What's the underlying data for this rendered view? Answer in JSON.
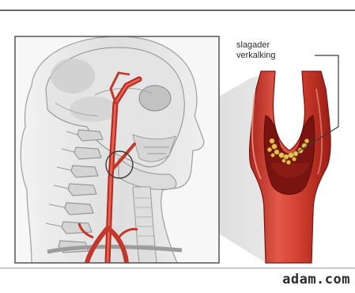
{
  "figure": {
    "callout_line1": "slagader",
    "callout_line2": "verkalking",
    "credit": "adam.com"
  },
  "colors": {
    "artery": "#d2402f",
    "artery_dark": "#9e1e17",
    "artery_highlight": "#ef8576",
    "lumen": "#7e1612",
    "plaque": "#e4c75b",
    "skull_shade": "#bdbdbd",
    "magnifier_cone": "#c9c9c9"
  },
  "icons": [
    "magnifier-circle-icon"
  ]
}
